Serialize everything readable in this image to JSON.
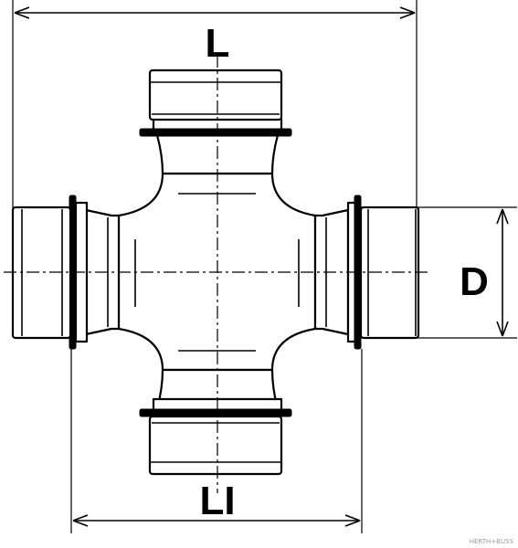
{
  "labels": {
    "length": "L",
    "inner_length": "LI",
    "diameter": "D"
  },
  "watermark": "HERTH+BUSS"
}
